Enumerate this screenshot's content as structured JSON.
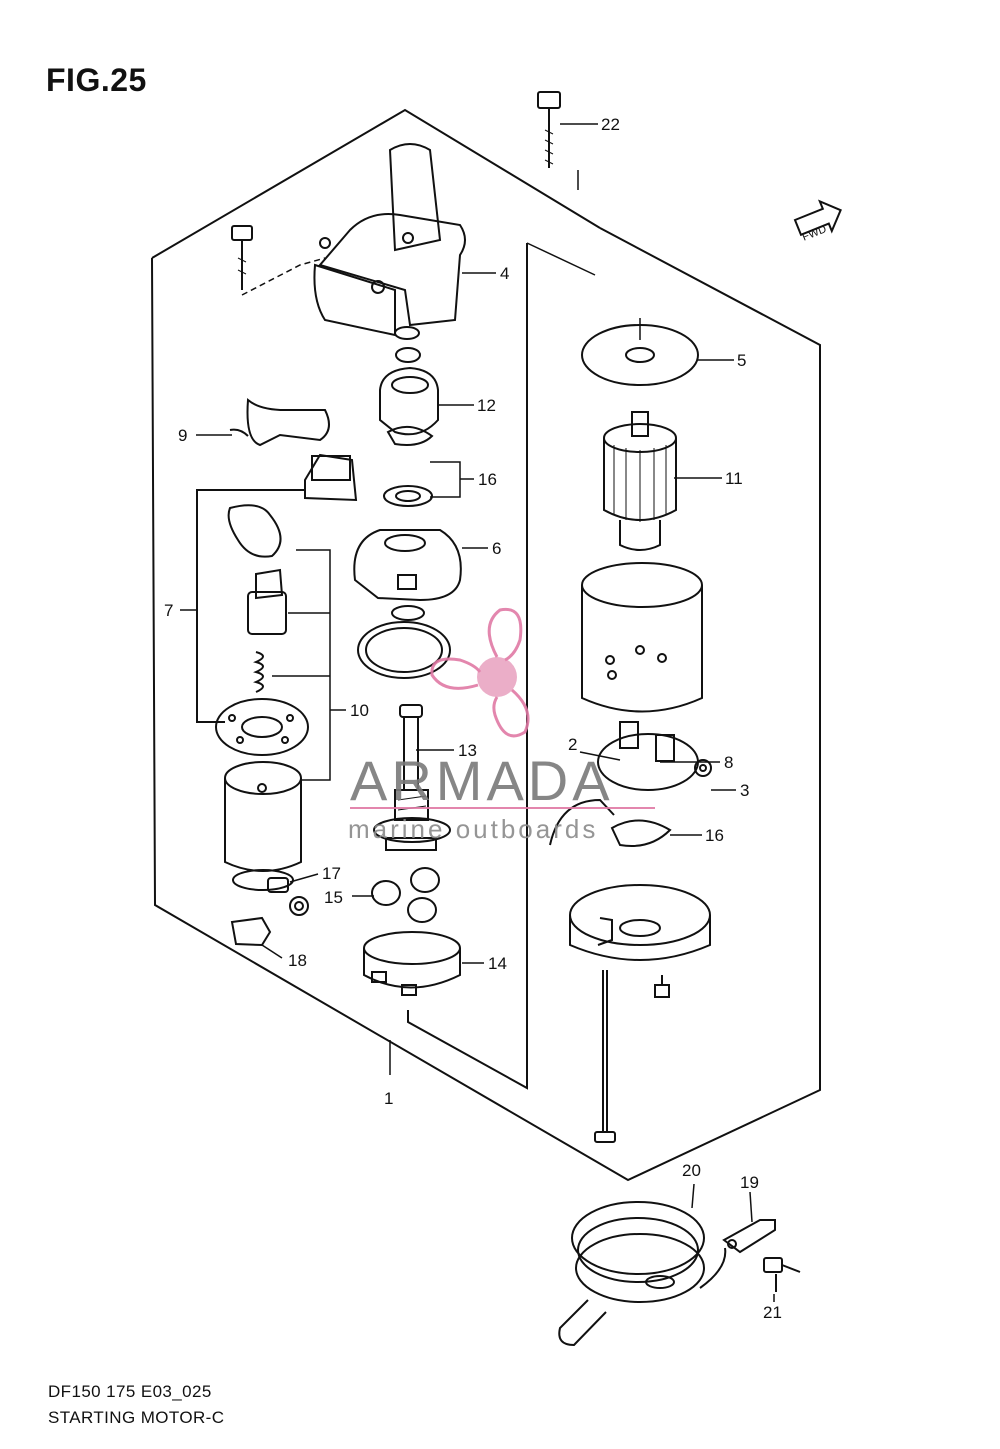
{
  "figure": {
    "title": "FIG.25"
  },
  "footer": {
    "model_code": "DF150 175 E03_025",
    "description": "STARTING MOTOR-C"
  },
  "direction_badge": {
    "label": "FWD",
    "icon": "fwd-arrow-icon"
  },
  "watermark": {
    "brand": "ARMADA",
    "tagline": "marine outboards",
    "color": "#e07aa5",
    "icon": "propeller-icon"
  },
  "callouts": {
    "p1": "1",
    "p2": "2",
    "p3": "3",
    "p4": "4",
    "p5": "5",
    "p6": "6",
    "p7": "7",
    "p8": "8",
    "p9": "9",
    "p10": "10",
    "p11": "11",
    "p12": "12",
    "p13": "13",
    "p14": "14",
    "p15": "15",
    "p16a": "16",
    "p16b": "16",
    "p17": "17",
    "p18": "18",
    "p19": "19",
    "p20": "20",
    "p21": "21",
    "p22": "22"
  }
}
